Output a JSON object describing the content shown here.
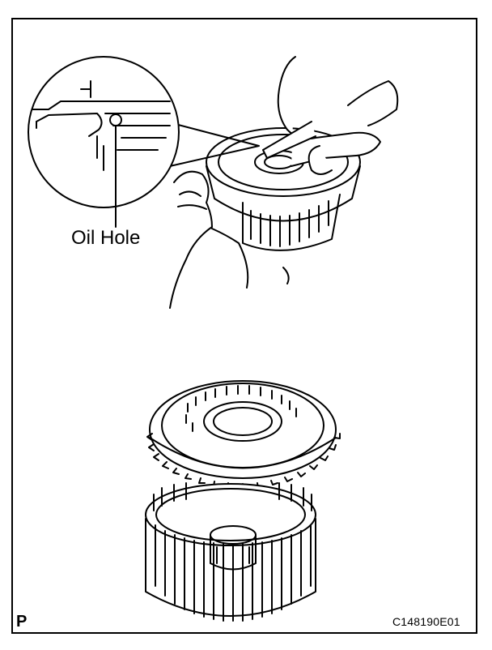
{
  "figure": {
    "callout_label": "Oil Hole",
    "corner_mark": "P",
    "figure_id": "C148190E01"
  },
  "colors": {
    "line": "#000000",
    "background": "#ffffff"
  }
}
